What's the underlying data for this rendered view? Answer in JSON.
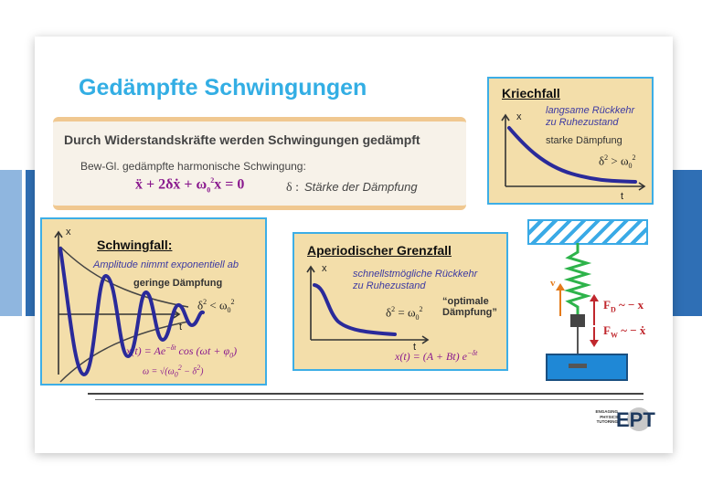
{
  "title": "Gedämpfte Schwingungen",
  "intro": {
    "line1": "Durch Widerstandskräfte werden Schwingungen gedämpft",
    "line2": "Bew-Gl. gedämpfte harmonische Schwingung:",
    "equation": "ẍ + 2δẋ + ω₀²x = 0",
    "delta_symbol": "δ :",
    "delta_text": "Stärke der Dämpfung"
  },
  "kriechfall": {
    "heading": "Kriechfall",
    "note": "langsame Rückkehr zu Ruhezustand",
    "damping": "starke Dämpfung",
    "condition": "δ² > ω₀²",
    "x_label": "x",
    "t_label": "t"
  },
  "schwingfall": {
    "heading": "Schwingfall:",
    "note": "Amplitude nimmt exponentiell ab",
    "damping": "geringe Dämpfung",
    "condition": "δ² < ω₀²",
    "formula": "x(t) = Ae^(−δt) cos(ωt + φ₀)",
    "omega": "ω = √(ω₀² − δ²)",
    "x_label": "x",
    "t_label": "t"
  },
  "grenzfall": {
    "heading": "Aperiodischer Grenzfall",
    "note": "schnellstmögliche Rückkehr zu Ruhezustand",
    "condition": "δ² = ω₀²",
    "quote": "“optimale Dämpfung”",
    "formula": "x(t) = (A + Bt) e^(−δt)",
    "x_label": "x",
    "t_label": "t"
  },
  "apparatus": {
    "v_label": "v",
    "fd": "F_D ~ − x",
    "fw": "F_W ~ − ẋ"
  },
  "logo": {
    "small": "ENGAGING PHYSICS TUTORING",
    "big": "EPT"
  },
  "colors": {
    "title": "#33aee4",
    "box_fill": "#f3deaa",
    "box_border": "#3daee6",
    "curve": "#2a2a9a",
    "purple": "#8a1a8e",
    "force": "#c0272d",
    "spring": "#2db34a",
    "water": "#1f88d6"
  }
}
